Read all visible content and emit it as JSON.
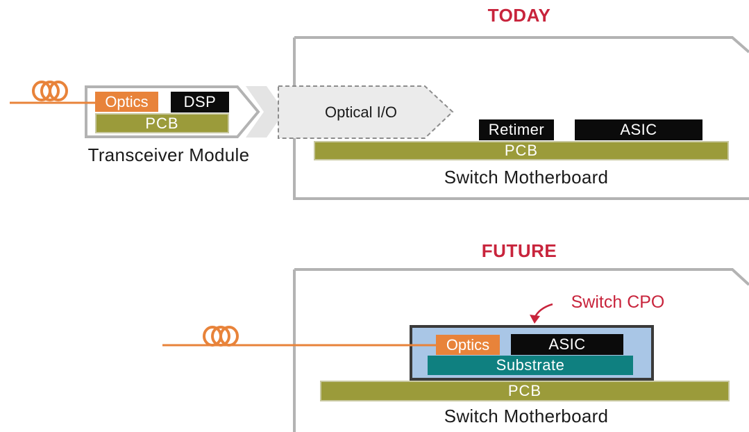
{
  "today": {
    "title": "TODAY",
    "transceiver": {
      "optics_label": "Optics",
      "dsp_label": "DSP",
      "pcb_label": "PCB",
      "caption": "Transceiver Module"
    },
    "motherboard": {
      "optical_io_label": "Optical I/O",
      "retimer_label": "Retimer",
      "asic_label": "ASIC",
      "pcb_label": "PCB",
      "caption": "Switch Motherboard"
    }
  },
  "future": {
    "title": "FUTURE",
    "cpo_label": "Switch CPO",
    "package": {
      "optics_label": "Optics",
      "asic_label": "ASIC",
      "substrate_label": "Substrate"
    },
    "motherboard": {
      "pcb_label": "PCB",
      "caption": "Switch Motherboard"
    }
  },
  "colors": {
    "accent_red": "#c8243c",
    "optics_orange": "#e8833a",
    "pcb_olive": "#9b9b3a",
    "substrate_teal": "#0f8080",
    "package_blue": "#a9c6e6",
    "chip_black": "#0b0b0b",
    "frame_grey": "#b3b3b3"
  }
}
